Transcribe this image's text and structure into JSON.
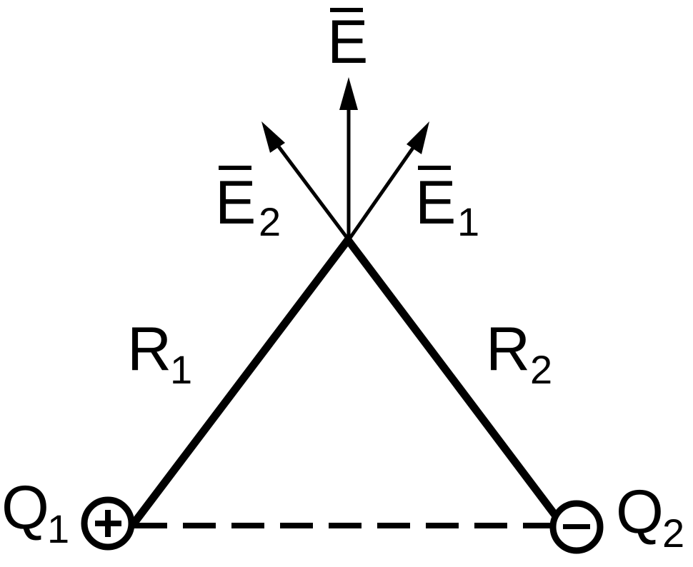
{
  "labels": {
    "E": "E",
    "E1_main": "E",
    "E1_sub": "1",
    "E2_main": "E",
    "E2_sub": "2",
    "R1_main": "R",
    "R1_sub": "1",
    "R2_main": "R",
    "R2_sub": "2",
    "Q1_main": "Q",
    "Q1_sub": "1",
    "Q2_main": "Q",
    "Q2_sub": "2"
  },
  "charges": {
    "q1_sign": "+",
    "q2_sign": "−"
  },
  "colors": {
    "ink": "#000000",
    "background": "#ffffff"
  }
}
